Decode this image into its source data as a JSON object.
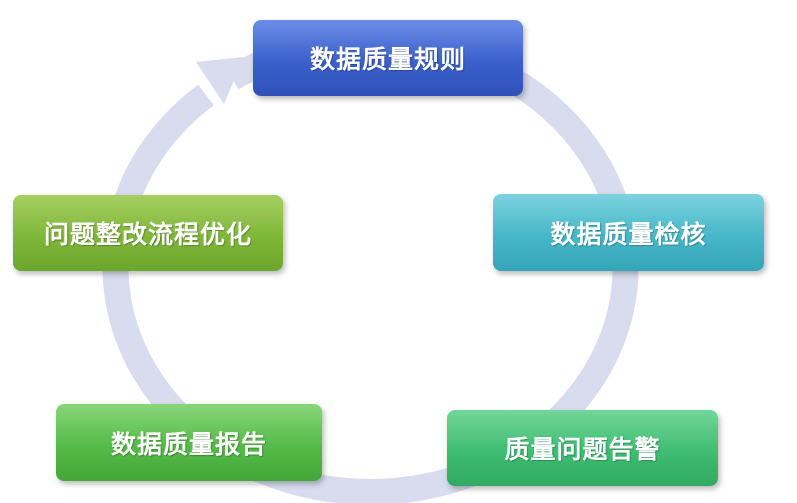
{
  "diagram": {
    "type": "cycle",
    "ring_color": "#d8dcee",
    "nodes": [
      {
        "id": "rules",
        "label": "数据质量规则",
        "color": "#3b60cc"
      },
      {
        "id": "check",
        "label": "数据质量检核",
        "color": "#46b7c8"
      },
      {
        "id": "alert",
        "label": "质量问题告警",
        "color": "#3fbd72"
      },
      {
        "id": "report",
        "label": "数据质量报告",
        "color": "#55bb48"
      },
      {
        "id": "optimize",
        "label": "问题整改流程优化",
        "color": "#7fb73a"
      }
    ]
  }
}
